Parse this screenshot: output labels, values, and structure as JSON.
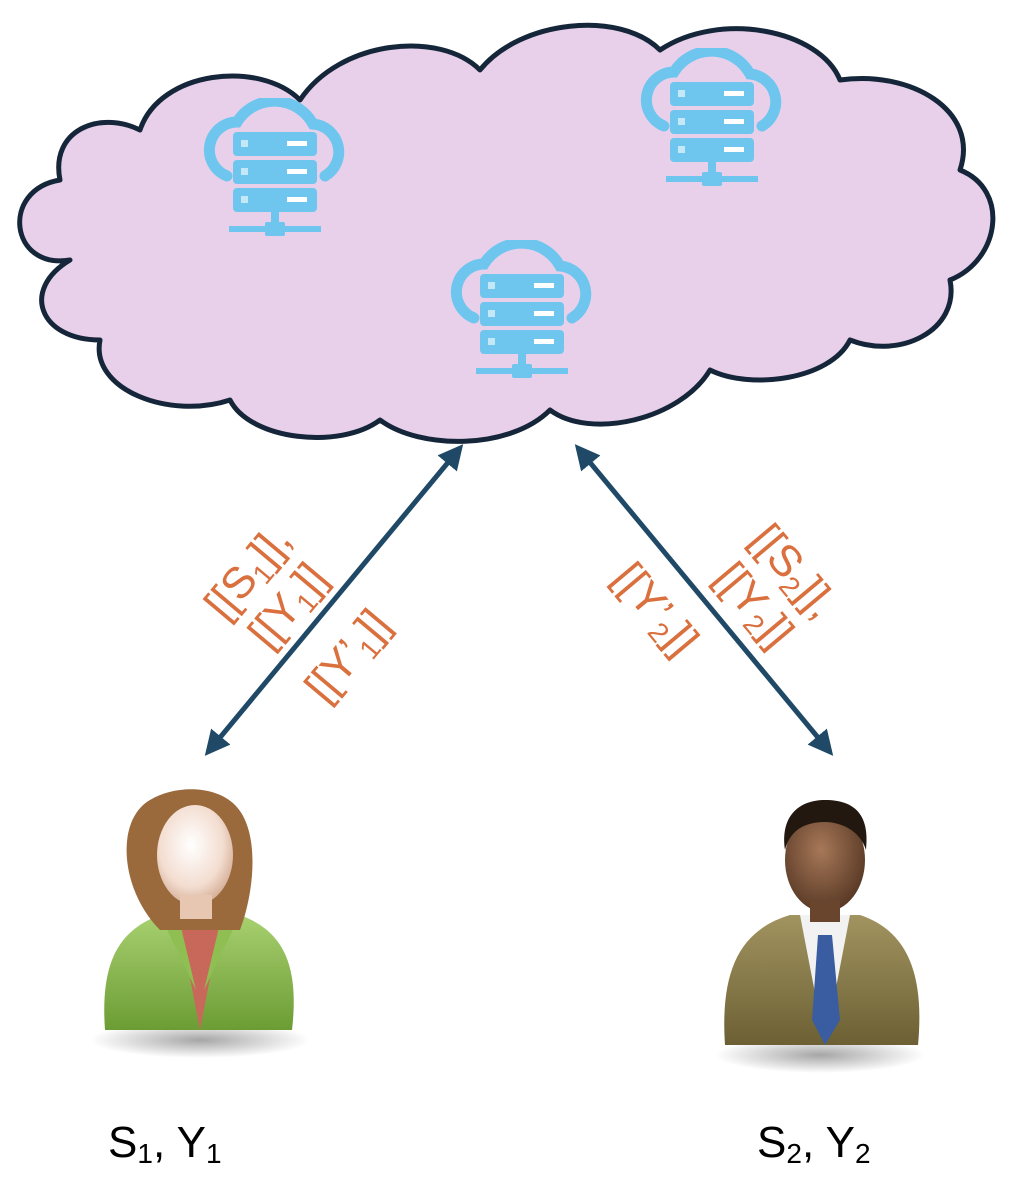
{
  "colors": {
    "cloud_fill": "#e8d0ea",
    "cloud_stroke": "#16263a",
    "server_icon": "#6ec6ee",
    "arrow": "#1f4966",
    "label": "#d9703e"
  },
  "icons": {
    "server": "cloud-server-icon",
    "user_1": "woman-avatar-icon",
    "user_2": "man-avatar-icon"
  },
  "left_labels": {
    "line1": {
      "a": "[[S",
      "sub": "1",
      "b": "]],"
    },
    "line2": {
      "a": "[[Y",
      "sub": "1",
      "b": "]]"
    },
    "line3": {
      "a": "[[Y’",
      "sub": "1",
      "b": "]]"
    }
  },
  "right_labels": {
    "line1": {
      "a": "[[S",
      "sub": "2",
      "b": "]],"
    },
    "line2": {
      "a": "[[Y",
      "sub": "2",
      "b": "]]"
    },
    "line3": {
      "a": "[[Y’",
      "sub": "2",
      "b": "]]"
    }
  },
  "user_1": {
    "s": "S",
    "s_sub": "1",
    "sep": ", ",
    "y": "Y",
    "y_sub": "1"
  },
  "user_2": {
    "s": "S",
    "s_sub": "2",
    "sep": ", ",
    "y": "Y",
    "y_sub": "2"
  }
}
